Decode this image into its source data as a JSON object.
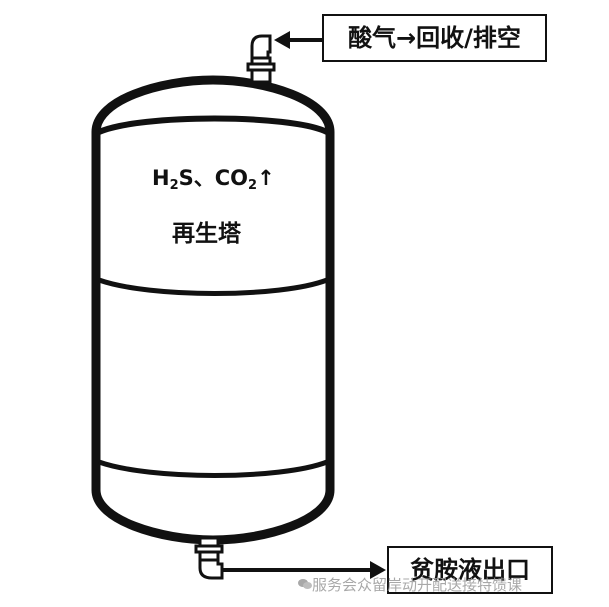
{
  "diagram": {
    "top_outlet_label": "酸气→回收/排空",
    "bottom_outlet_label": "贫胺液出口",
    "tower_formula": {
      "h2s_h": "H",
      "h2s_sub": "2",
      "h2s_s": "S、CO",
      "co2_sub": "2",
      "arrow": "↑"
    },
    "tower_name": "再生塔"
  },
  "watermark": {
    "text": "服务会众留岸动开配送接特馈课"
  },
  "icons": {
    "top_arrow": "arrow-left-icon",
    "bottom_arrow": "arrow-right-icon",
    "watermark_logo": "wechat-icon"
  },
  "colors": {
    "stroke": "#111111",
    "pipe_fill": "#ffffff",
    "watermark": "#9a9a9a"
  }
}
